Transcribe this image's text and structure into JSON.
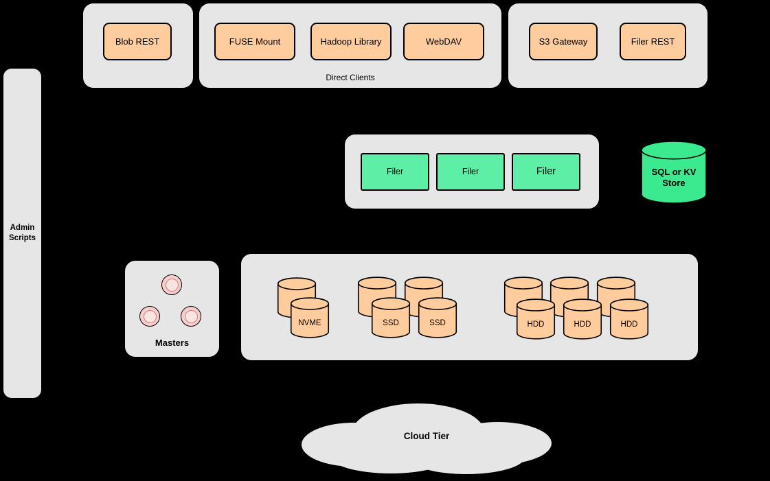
{
  "clients": {
    "blob_group": {
      "items": [
        "Blob REST"
      ]
    },
    "direct_group": {
      "label": "Direct Clients",
      "items": [
        "FUSE Mount",
        "Hadoop Library",
        "WebDAV"
      ]
    },
    "gateway_group": {
      "items": [
        "S3 Gateway",
        "Filer REST"
      ]
    }
  },
  "admin": {
    "label": "Admin Scripts"
  },
  "filer_cluster": {
    "items": [
      "Filer",
      "Filer",
      "Filer"
    ]
  },
  "metadata_store": {
    "label": "SQL or KV Store"
  },
  "masters": {
    "label": "Masters"
  },
  "volume_servers": {
    "disks": [
      "NVME",
      "SSD",
      "SSD",
      "HDD",
      "HDD",
      "HDD"
    ]
  },
  "cloud_tier": {
    "label": "Cloud Tier"
  },
  "colors": {
    "background": "#000000",
    "group_fill": "#E6E6E6",
    "client_node_fill": "#FFCC9E",
    "filer_node_fill": "#5CEFA5",
    "metadata_cylinder_fill": "#3BE98F",
    "disk_cylinder_fill": "#FFCC9E",
    "master_circle_fill": "#F8CECC",
    "stroke": "#000000"
  }
}
